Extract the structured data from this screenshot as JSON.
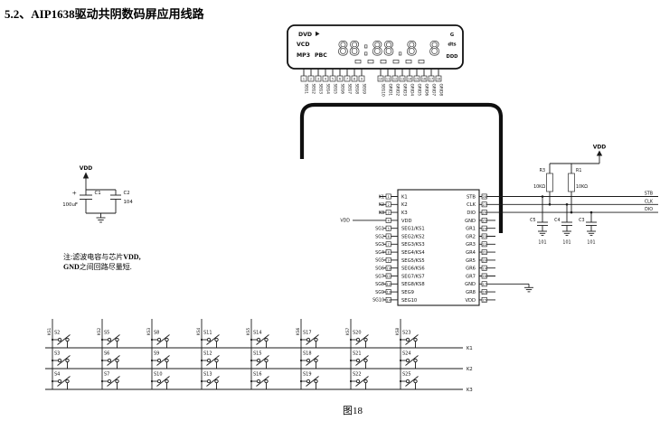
{
  "title": "5.2、AIP1638驱动共阴数码屏应用线路",
  "figure_caption": "图18",
  "display": {
    "labels_left": [
      "DVD",
      "VCD",
      "MP3",
      "PBC"
    ],
    "digits": "88:88.8 8",
    "labels_right": [
      "G",
      "dts",
      "DDD"
    ],
    "pins": [
      {
        "num": "1",
        "name": "SEG1"
      },
      {
        "num": "2",
        "name": "SEG2"
      },
      {
        "num": "3",
        "name": "SEG3"
      },
      {
        "num": "4",
        "name": "SEG4"
      },
      {
        "num": "5",
        "name": "SEG5"
      },
      {
        "num": "6",
        "name": "SEG6"
      },
      {
        "num": "7",
        "name": "SEG7"
      },
      {
        "num": "8",
        "name": "SEG8"
      },
      {
        "num": "9",
        "name": "SEG9"
      },
      {
        "num": "10",
        "name": "SEG10"
      },
      {
        "num": "11",
        "name": "GRID1"
      },
      {
        "num": "12",
        "name": "GRID2"
      },
      {
        "num": "13",
        "name": "GRID3"
      },
      {
        "num": "14",
        "name": "GRID4"
      },
      {
        "num": "15",
        "name": "GRID5"
      },
      {
        "num": "16",
        "name": "GRID6"
      },
      {
        "num": "17",
        "name": "GRID7"
      },
      {
        "num": "18",
        "name": "GRID8"
      }
    ]
  },
  "filter": {
    "vdd": "VDD",
    "c1_plus": "+",
    "c1_name": "C1",
    "c1_value": "100uF",
    "c2_name": "C2",
    "c2_value": "104"
  },
  "note": {
    "part1": "注:滤波电容与芯片",
    "bold1": "VDD,",
    "bold2": "GND",
    "part2": "之间回路尽量短."
  },
  "ic": {
    "left_pins": [
      {
        "num": "1",
        "name": "K1",
        "net": "K1"
      },
      {
        "num": "2",
        "name": "K2",
        "net": "K2"
      },
      {
        "num": "3",
        "name": "K3",
        "net": "K3"
      },
      {
        "num": "4",
        "name": "VDD",
        "net": "VDD"
      },
      {
        "num": "5",
        "name": "SEG1/KS1",
        "net": "SG1"
      },
      {
        "num": "6",
        "name": "SEG2/KS2",
        "net": "SG2"
      },
      {
        "num": "7",
        "name": "SEG3/KS3",
        "net": "SG3"
      },
      {
        "num": "8",
        "name": "SEG4/KS4",
        "net": "SG4"
      },
      {
        "num": "9",
        "name": "SEG5/KS5",
        "net": "SG5"
      },
      {
        "num": "10",
        "name": "SEG6/KS6",
        "net": "SG6"
      },
      {
        "num": "11",
        "name": "SEG7/KS7",
        "net": "SG7"
      },
      {
        "num": "12",
        "name": "SEG8/KS8",
        "net": "SG8"
      },
      {
        "num": "13",
        "name": "SEG9",
        "net": "SG9"
      },
      {
        "num": "14",
        "name": "SEG10",
        "net": "SG10"
      }
    ],
    "right_pins": [
      {
        "num": "28",
        "name": "STB"
      },
      {
        "num": "27",
        "name": "CLK"
      },
      {
        "num": "26",
        "name": "DIO"
      },
      {
        "num": "25",
        "name": "GND"
      },
      {
        "num": "24",
        "name": "GR1"
      },
      {
        "num": "23",
        "name": "GR2"
      },
      {
        "num": "22",
        "name": "GR3"
      },
      {
        "num": "21",
        "name": "GR4"
      },
      {
        "num": "20",
        "name": "GR5"
      },
      {
        "num": "19",
        "name": "GR6"
      },
      {
        "num": "18",
        "name": "GR7"
      },
      {
        "num": "17",
        "name": "GND"
      },
      {
        "num": "16",
        "name": "GR8"
      },
      {
        "num": "15",
        "name": "VDD"
      }
    ]
  },
  "right_section": {
    "vdd": "VDD",
    "bus_labels": [
      "STB",
      "CLK",
      "DIO"
    ],
    "resistors": [
      {
        "name": "R3",
        "value": "10KΩ"
      },
      {
        "name": "R1",
        "value": "10KΩ"
      }
    ],
    "capacitors": [
      {
        "name": "C5",
        "value": "101"
      },
      {
        "name": "C4",
        "value": "101"
      },
      {
        "name": "C3",
        "value": "101"
      }
    ]
  },
  "keypad": {
    "col_labels": [
      "KS1",
      "KS2",
      "KS3",
      "KS4",
      "KS5",
      "KS6",
      "KS7",
      "KS8"
    ],
    "row_labels": [
      "K1",
      "K2",
      "K3"
    ],
    "switches": [
      [
        "S2",
        "S5",
        "S8",
        "S11",
        "S14",
        "S17",
        "S20",
        "S23"
      ],
      [
        "S3",
        "S6",
        "S9",
        "S12",
        "S15",
        "S18",
        "S21",
        "S24"
      ],
      [
        "S4",
        "S7",
        "S10",
        "S13",
        "S16",
        "S19",
        "S22",
        "S25"
      ]
    ]
  }
}
